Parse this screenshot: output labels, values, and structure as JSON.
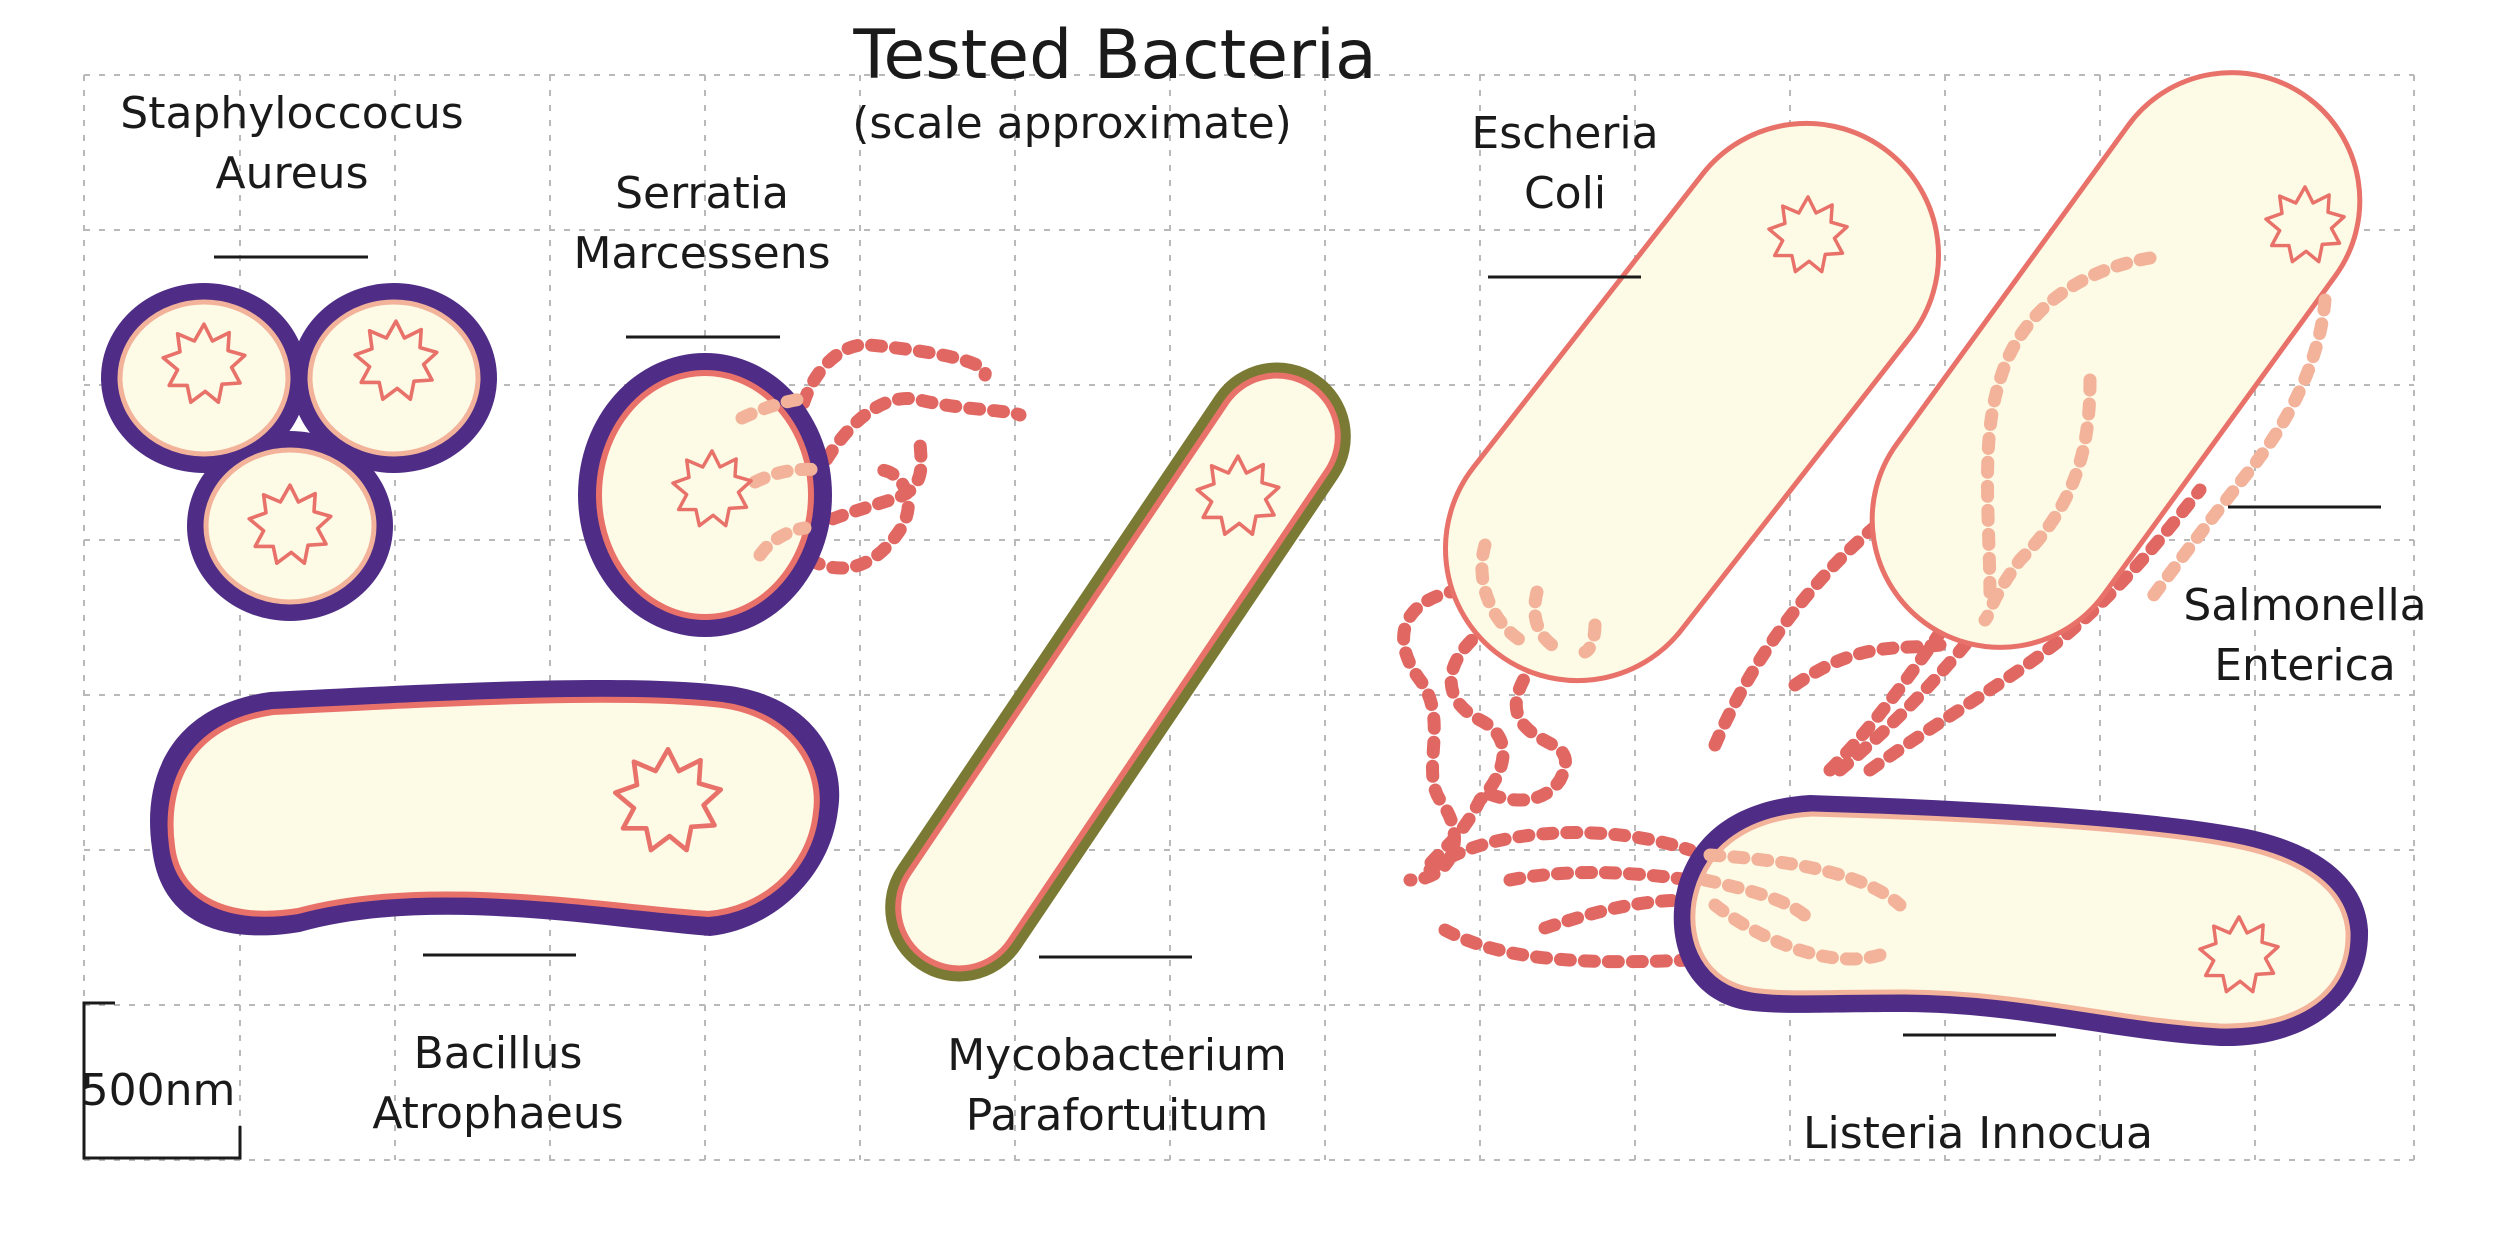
{
  "title": "Tested Bacteria",
  "subtitle": "(scale approximate)",
  "scale_label": "500nm",
  "bacteria": [
    {
      "id": "staph",
      "line1": "Staphyloccocus",
      "line2": "Aureus",
      "cell_wall": "thick"
    },
    {
      "id": "serratia",
      "line1": "Serratia",
      "line2": "Marcessens",
      "cell_wall": "thick"
    },
    {
      "id": "ecoli",
      "line1": "Escheria",
      "line2": "Coli",
      "cell_wall": "thin"
    },
    {
      "id": "salmonella",
      "line1": "Salmonella",
      "line2": "Enterica",
      "cell_wall": "thin"
    },
    {
      "id": "bacillus",
      "line1": "Bacillus",
      "line2": "Atrophaeus",
      "cell_wall": "thick"
    },
    {
      "id": "mycobacterium",
      "line1": "Mycobacterium",
      "line2": "Parafortuitum",
      "cell_wall": "waxy"
    },
    {
      "id": "listeria",
      "line1": "Listeria Innocua",
      "line2": "",
      "cell_wall": "thick"
    }
  ],
  "colors": {
    "background": "#ffffff",
    "grid": "#b9b9b9",
    "cytoplasm": "#fdfae6",
    "membrane": "#e8726a",
    "inner_membrane": "#f2b39a",
    "thick_wall": "#4f2d86",
    "waxy_wall": "#7a7a34",
    "flagella": "#e06762",
    "pili": "#f2b39a",
    "text": "#1a1a1a"
  }
}
